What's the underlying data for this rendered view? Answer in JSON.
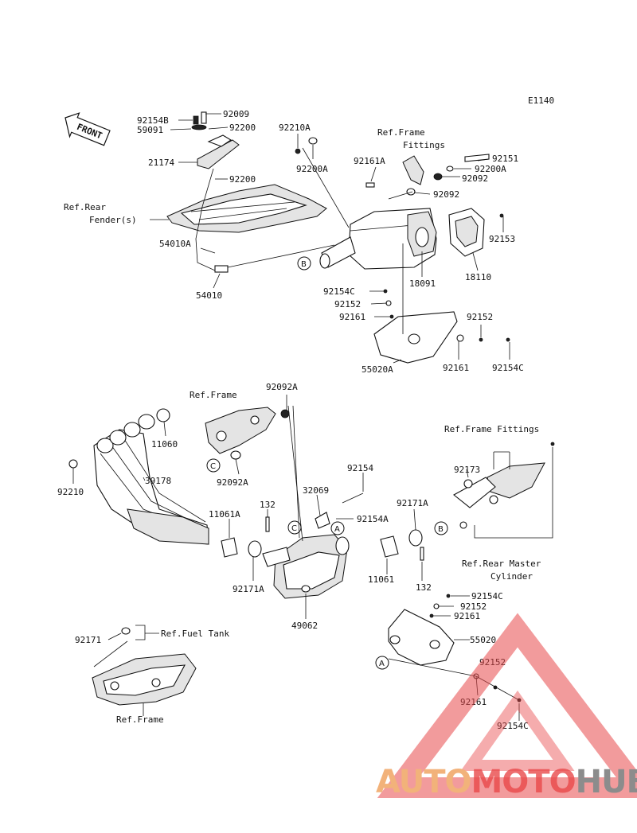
{
  "diagram_id": "E1140",
  "front_text": "FRONT",
  "labels": [
    {
      "key": "p92154B",
      "text": "92154B"
    },
    {
      "key": "p92009",
      "text": "92009"
    },
    {
      "key": "p59091",
      "text": "59091"
    },
    {
      "key": "p92200_a",
      "text": "92200"
    },
    {
      "key": "p21174",
      "text": "21174"
    },
    {
      "key": "p92200_b",
      "text": "92200"
    },
    {
      "key": "p92210A_top",
      "text": "92210A"
    },
    {
      "key": "p92200A_top",
      "text": "92200A"
    },
    {
      "key": "ref_rear_fender_1",
      "text": "Ref.Rear"
    },
    {
      "key": "ref_rear_fender_2",
      "text": "Fender(s)"
    },
    {
      "key": "p54010A",
      "text": "54010A"
    },
    {
      "key": "p54010",
      "text": "54010"
    },
    {
      "key": "ref_frame_fittings_1",
      "text": "Ref.Frame"
    },
    {
      "key": "ref_frame_fittings_2",
      "text": "Fittings"
    },
    {
      "key": "p92161A",
      "text": "92161A"
    },
    {
      "key": "p92151",
      "text": "92151"
    },
    {
      "key": "p92200A_r",
      "text": "92200A"
    },
    {
      "key": "p92092_r",
      "text": "92092"
    },
    {
      "key": "p92092_t",
      "text": "92092"
    },
    {
      "key": "p92153",
      "text": "92153"
    },
    {
      "key": "p18091",
      "text": "18091"
    },
    {
      "key": "p18110",
      "text": "18110"
    },
    {
      "key": "p92154C_a",
      "text": "92154C"
    },
    {
      "key": "p92152_a",
      "text": "92152"
    },
    {
      "key": "p92161_a",
      "text": "92161"
    },
    {
      "key": "p92152_b",
      "text": "92152"
    },
    {
      "key": "p55020A",
      "text": "55020A"
    },
    {
      "key": "p92161_b",
      "text": "92161"
    },
    {
      "key": "p92154C_b",
      "text": "92154C"
    },
    {
      "key": "ref_frame_mid",
      "text": "Ref.Frame"
    },
    {
      "key": "p92092A_t",
      "text": "92092A"
    },
    {
      "key": "p11060",
      "text": "11060"
    },
    {
      "key": "p92092A_b",
      "text": "92092A"
    },
    {
      "key": "p92210",
      "text": "92210"
    },
    {
      "key": "p39178",
      "text": "39178"
    },
    {
      "key": "p11061A",
      "text": "11061A"
    },
    {
      "key": "p132_a",
      "text": "132"
    },
    {
      "key": "p32069",
      "text": "32069"
    },
    {
      "key": "p92154",
      "text": "92154"
    },
    {
      "key": "p92154A",
      "text": "92154A"
    },
    {
      "key": "p92171A_a",
      "text": "92171A"
    },
    {
      "key": "p92171A_b",
      "text": "92171A"
    },
    {
      "key": "p11061",
      "text": "11061"
    },
    {
      "key": "p132_b",
      "text": "132"
    },
    {
      "key": "p49062",
      "text": "49062"
    },
    {
      "key": "ref_frame_fittings_r",
      "text": "Ref.Frame Fittings"
    },
    {
      "key": "p92173",
      "text": "92173"
    },
    {
      "key": "ref_rear_master_1",
      "text": "Ref.Rear Master"
    },
    {
      "key": "ref_rear_master_2",
      "text": "Cylinder"
    },
    {
      "key": "p92154C_c",
      "text": "92154C"
    },
    {
      "key": "p92152_c",
      "text": "92152"
    },
    {
      "key": "p92161_c",
      "text": "92161"
    },
    {
      "key": "p55020",
      "text": "55020"
    },
    {
      "key": "p92152_d",
      "text": "92152"
    },
    {
      "key": "p92161_d",
      "text": "92161"
    },
    {
      "key": "p92154C_d",
      "text": "92154C"
    },
    {
      "key": "p92171",
      "text": "92171"
    },
    {
      "key": "ref_fuel_tank",
      "text": "Ref.Fuel Tank"
    },
    {
      "key": "ref_frame_bottom",
      "text": "Ref.Frame"
    }
  ],
  "callouts": {
    "a": "A",
    "b": "B",
    "c": "C"
  },
  "watermark": {
    "part1": "AUTO",
    "part2": "MOTO",
    "part3": "HUB"
  },
  "colors": {
    "line": "#111111",
    "watermark_orange": "#f2b27a",
    "watermark_red": "#e8484a",
    "watermark_gray": "#8c8c8c"
  }
}
